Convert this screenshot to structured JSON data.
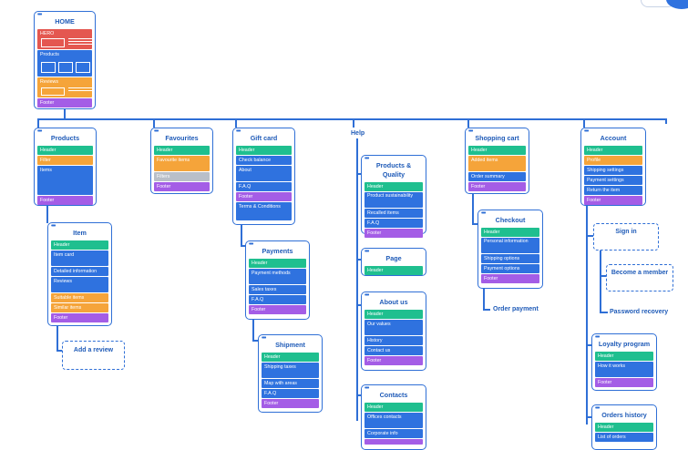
{
  "home": {
    "title": "HOME",
    "hero": "HERO",
    "products": "Products",
    "reviews": "Reviews",
    "footer": "Footer"
  },
  "help_label": "Help",
  "products": {
    "title": "Products",
    "items": [
      "Header",
      "Filter",
      "Items",
      "Footer"
    ]
  },
  "item": {
    "title": "Item",
    "items": [
      "Header",
      "Item card",
      "Detailed information",
      "Reviews",
      "Suitable items",
      "Similar items",
      "Footer"
    ]
  },
  "add_review": "Add a review",
  "favourites": {
    "title": "Favourites",
    "items": [
      "Header",
      "Favourite items",
      "Filters",
      "Footer"
    ]
  },
  "gift_card": {
    "title": "Gift card",
    "items": [
      "Header",
      "Check balance",
      "About",
      "F.A.Q",
      "Footer",
      "Terms & Conditions"
    ]
  },
  "payments": {
    "title": "Payments",
    "items": [
      "Header",
      "Payment methods",
      "Sales taxes",
      "F.A.Q",
      "Footer"
    ]
  },
  "shipment": {
    "title": "Shipment",
    "items": [
      "Header",
      "Shipping taxes",
      "Map with areas",
      "F.A.Q",
      "Footer"
    ]
  },
  "products_quality": {
    "title": "Products & Quality",
    "items": [
      "Header",
      "Product sustainability",
      "Recalled items",
      "F.A.Q",
      "Footer"
    ]
  },
  "page": {
    "title": "Page",
    "items": [
      "Header"
    ]
  },
  "about_us": {
    "title": "About us",
    "items": [
      "Header",
      "Our values",
      "History",
      "Contact us",
      "Footer"
    ]
  },
  "contacts": {
    "title": "Contacts",
    "items": [
      "Header",
      "Offices contacts",
      "Corporate info"
    ]
  },
  "shopping_cart": {
    "title": "Shopping cart",
    "items": [
      "Header",
      "Added items",
      "Order summary",
      "Footer"
    ]
  },
  "checkout": {
    "title": "Checkout",
    "items": [
      "Header",
      "Personal information",
      "Shipping options",
      "Payment options",
      "Footer"
    ]
  },
  "order_payment": "Order payment",
  "account": {
    "title": "Account",
    "items": [
      "Header",
      "Profile",
      "Shipping settings",
      "Payment settings",
      "Return the item",
      "Footer"
    ]
  },
  "sign_in": "Sign in",
  "become_member": "Become a member",
  "password_recovery": "Password recovery",
  "loyalty": {
    "title": "Loyalty program",
    "items": [
      "Header",
      "How it works",
      "Footer"
    ]
  },
  "orders_history": {
    "title": "Orders history",
    "items": [
      "Header",
      "List of orders"
    ]
  },
  "colors": {
    "accent": "#2f6fd6",
    "header": "#1fbf8f",
    "filter": "#f5a43a",
    "content": "#2f72df",
    "footer": "#a45de6",
    "hero": "#e45750",
    "muted": "#b9bfc8"
  }
}
